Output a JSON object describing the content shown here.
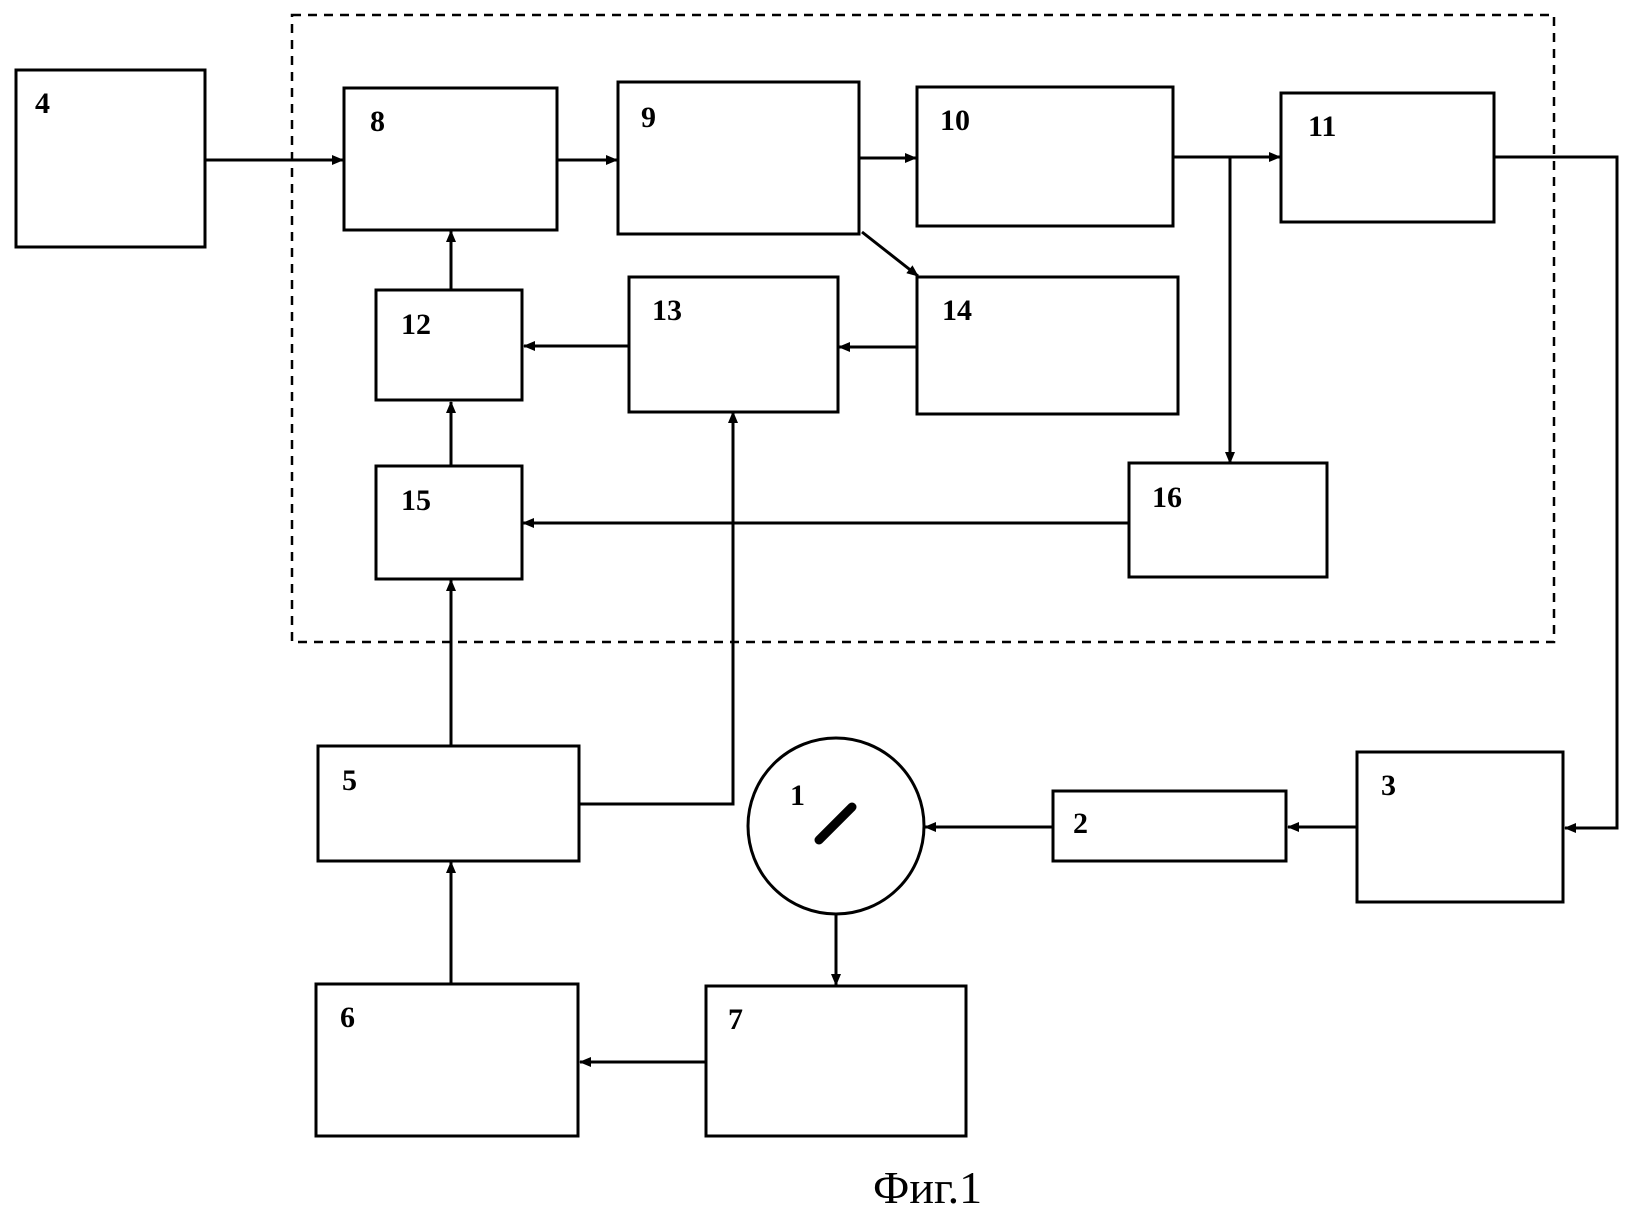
{
  "caption": "Фиг.1",
  "blocks": {
    "b1": "1",
    "b2": "2",
    "b3": "3",
    "b4": "4",
    "b5": "5",
    "b6": "6",
    "b7": "7",
    "b8": "8",
    "b9": "9",
    "b10": "10",
    "b11": "11",
    "b12": "12",
    "b13": "13",
    "b14": "14",
    "b15": "15",
    "b16": "16"
  }
}
